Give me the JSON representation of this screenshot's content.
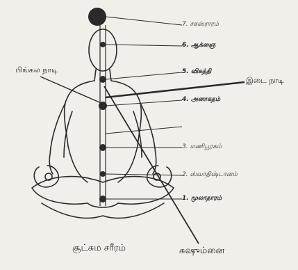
{
  "chakras": [
    {
      "label": "7. சகஸ்ராரம்"
    },
    {
      "label": "6. ஆக்ஞை"
    },
    {
      "label": "5. விசுத்தி"
    },
    {
      "label": "4. அனாகதம்"
    },
    {
      "label": "3. மணிபூரகம்"
    },
    {
      "label": "2. ஸ்வாதிஷ்டானம்"
    },
    {
      "label": "1. மூலாதாரம்"
    }
  ],
  "nadis": {
    "pingala": "பிங்கல நாடி",
    "ida": "இடை நாடி",
    "sushumna": "சுஷும்னை"
  },
  "caption": "சூட்சும சரீரம்",
  "colors": {
    "ink": "#2a2a2a",
    "paper": "#f1efe9"
  }
}
